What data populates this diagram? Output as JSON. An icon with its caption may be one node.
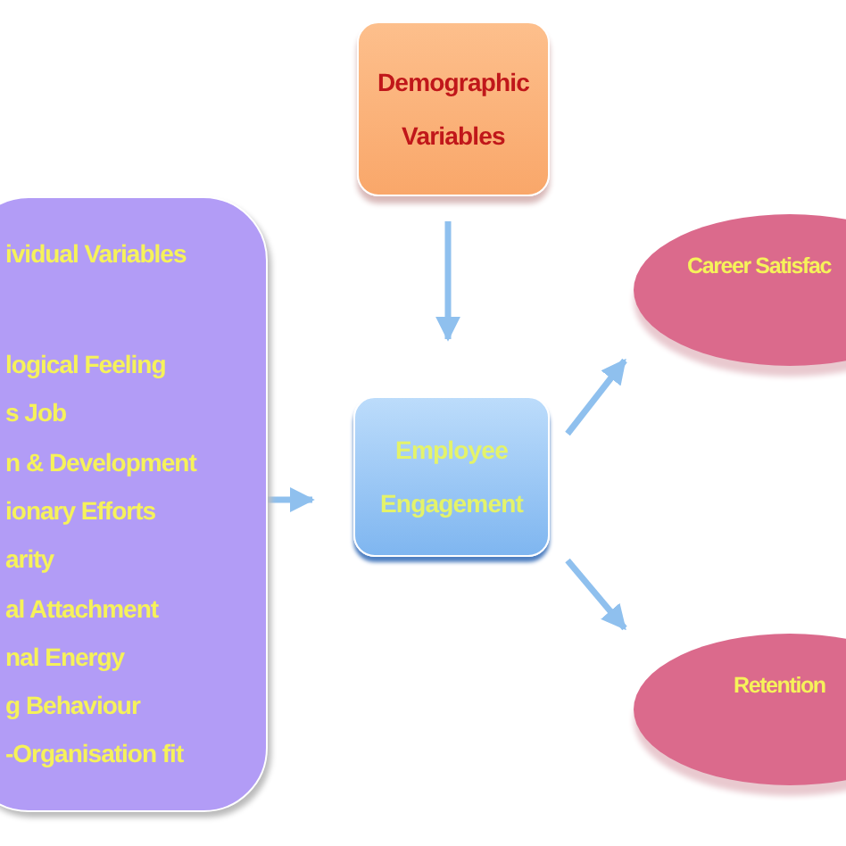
{
  "diagram": {
    "nodes": [
      {
        "text": [
          "Demographic Variables"
        ]
      },
      {
        "text": [
          "ividual Variables",
          "logical Feeling",
          "s Job",
          "n & Development",
          "ionary Efforts",
          "arity",
          "al Attachment",
          "nal Energy",
          "g Behaviour",
          "-Organisation fit"
        ]
      },
      {
        "text": [
          "Employee Engagement"
        ]
      },
      {
        "text": [
          "Career Satisfac"
        ]
      },
      {
        "text": [
          "Retention"
        ]
      }
    ],
    "edges": [
      {
        "from": 0,
        "to": 2,
        "arrow": "to"
      },
      {
        "from": 1,
        "to": 2,
        "arrow": "to"
      },
      {
        "from": 2,
        "to": 3,
        "arrow": "to"
      },
      {
        "from": 2,
        "to": 4,
        "arrow": "to"
      }
    ]
  }
}
